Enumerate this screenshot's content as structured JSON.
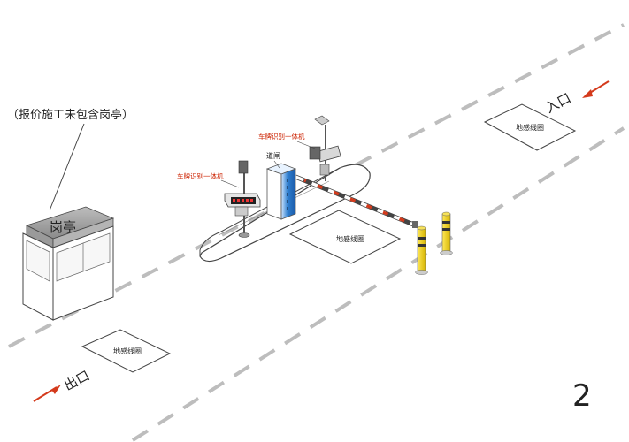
{
  "note": "（报价施工未包含岗亭）",
  "booth": {
    "label": "岗亭"
  },
  "entry_label": "入口",
  "exit_label": "出口",
  "loop_labels": {
    "top_right": "地感线圈",
    "center": "地感线圈",
    "bottom_left": "地感线圈"
  },
  "camera_upper_label": "车牌识别一体机",
  "camera_lower_label": "车牌识别一体机",
  "barrier_label": "道闸",
  "page_number": "2",
  "colors": {
    "arrow": "#d43a1c",
    "bollard": "#f2d000",
    "barrier": "#2f7fd0",
    "dash": "#bdbdbd"
  }
}
